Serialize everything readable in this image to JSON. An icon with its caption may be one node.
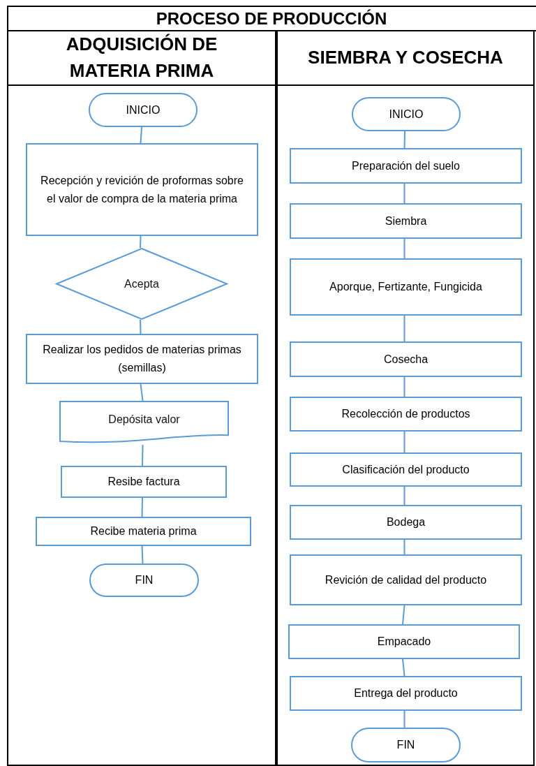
{
  "diagram": {
    "title": "PROCESO DE PRODUCCIÓN",
    "nodes": [
      {
        "text": [
          "ADQUISICIÓN DE MATERIA PRIMA"
        ]
      },
      {
        "text": [
          "INICIO"
        ],
        "in": 0
      },
      {
        "text": [
          "Recepción y revición de proformas sobre el valor de compra de la materia prima"
        ],
        "in": 0
      },
      {
        "text": [
          "Acepta"
        ],
        "in": 0
      },
      {
        "text": [
          "Realizar los pedidos de materias primas (semillas)"
        ],
        "in": 0
      },
      {
        "text": [
          "Depósita valor"
        ],
        "in": 0
      },
      {
        "text": [
          "Resibe factura"
        ],
        "in": 0
      },
      {
        "text": [
          "Recibe materia prima"
        ],
        "in": 0
      },
      {
        "text": [
          "FIN"
        ],
        "in": 0
      },
      {
        "text": [
          "SIEMBRA Y COSECHA"
        ]
      },
      {
        "text": [
          "INICIO"
        ],
        "in": 9
      },
      {
        "text": [
          "Preparación del suelo"
        ],
        "in": 9
      },
      {
        "text": [
          "Siembra"
        ],
        "in": 9
      },
      {
        "text": [
          "Aporque, Fertizante, Fungicida"
        ],
        "in": 9
      },
      {
        "text": [
          "Cosecha"
        ],
        "in": 9
      },
      {
        "text": [
          "Recolección de productos"
        ],
        "in": 9
      },
      {
        "text": [
          "Clasificación del producto"
        ],
        "in": 9
      },
      {
        "text": [
          "Bodega"
        ],
        "in": 9
      },
      {
        "text": [
          "Revición de calidad del producto"
        ],
        "in": 9
      },
      {
        "text": [
          "Empacado"
        ],
        "in": 9
      },
      {
        "text": [
          "Entrega del producto"
        ],
        "in": 9
      },
      {
        "text": [
          "FIN"
        ],
        "in": 9
      }
    ],
    "edges": [
      {
        "from": 1,
        "to": 2,
        "arrow": "none"
      },
      {
        "from": 2,
        "to": 3,
        "arrow": "none"
      },
      {
        "from": 3,
        "to": 4,
        "arrow": "none"
      },
      {
        "from": 4,
        "to": 5,
        "arrow": "none"
      },
      {
        "from": 5,
        "to": 6,
        "arrow": "none"
      },
      {
        "from": 6,
        "to": 7,
        "arrow": "none"
      },
      {
        "from": 7,
        "to": 8,
        "arrow": "none"
      },
      {
        "from": 10,
        "to": 11,
        "arrow": "none"
      },
      {
        "from": 11,
        "to": 12,
        "arrow": "none"
      },
      {
        "from": 12,
        "to": 13,
        "arrow": "none"
      },
      {
        "from": 13,
        "to": 14,
        "arrow": "none"
      },
      {
        "from": 14,
        "to": 15,
        "arrow": "none"
      },
      {
        "from": 15,
        "to": 16,
        "arrow": "none"
      },
      {
        "from": 16,
        "to": 17,
        "arrow": "none"
      },
      {
        "from": 17,
        "to": 18,
        "arrow": "none"
      },
      {
        "from": 18,
        "to": 19,
        "arrow": "none"
      },
      {
        "from": 19,
        "to": 20,
        "arrow": "none"
      },
      {
        "from": 20,
        "to": 21,
        "arrow": "none"
      }
    ]
  }
}
